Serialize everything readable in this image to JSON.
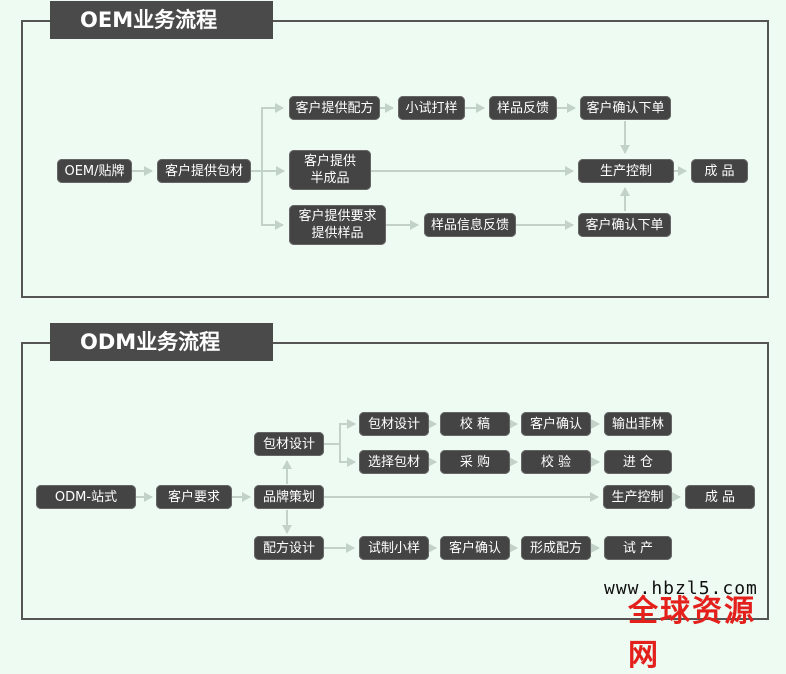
{
  "oem": {
    "title": "OEM业务流程",
    "nodes": {
      "oem_label": "OEM/贴牌",
      "packaging": "客户提供包材",
      "formula": "客户提供配方",
      "trial": "小试打样",
      "sample_feedback": "样品反馈",
      "confirm1": "客户确认下单",
      "semi_1": "客户提供",
      "semi_2": "半成品",
      "req_1": "客户提供要求",
      "req_2": "提供样品",
      "info_feedback": "样品信息反馈",
      "confirm2": "客户确认下单",
      "production": "生产控制",
      "product": "成 品"
    }
  },
  "odm": {
    "title": "ODM业务流程",
    "nodes": {
      "odm_label": "ODM-站式",
      "requirement": "客户要求",
      "brand": "品牌策划",
      "pack_design": "包材设计",
      "formula_design": "配方设计",
      "pack_design2": "包材设计",
      "proofread": "校 稿",
      "cust_confirm": "客户确认",
      "film": "输出菲林",
      "choose_pack": "选择包材",
      "purchase": "采 购",
      "inspect": "校 验",
      "warehouse": "进 仓",
      "trial_small": "试制小样",
      "cust_confirm2": "客户确认",
      "form_formula": "形成配方",
      "trial_prod": "试 产",
      "production": "生产控制",
      "product": "成 品"
    }
  },
  "watermark": {
    "url": "www.hbzl5.com",
    "name": "全球资源网"
  }
}
